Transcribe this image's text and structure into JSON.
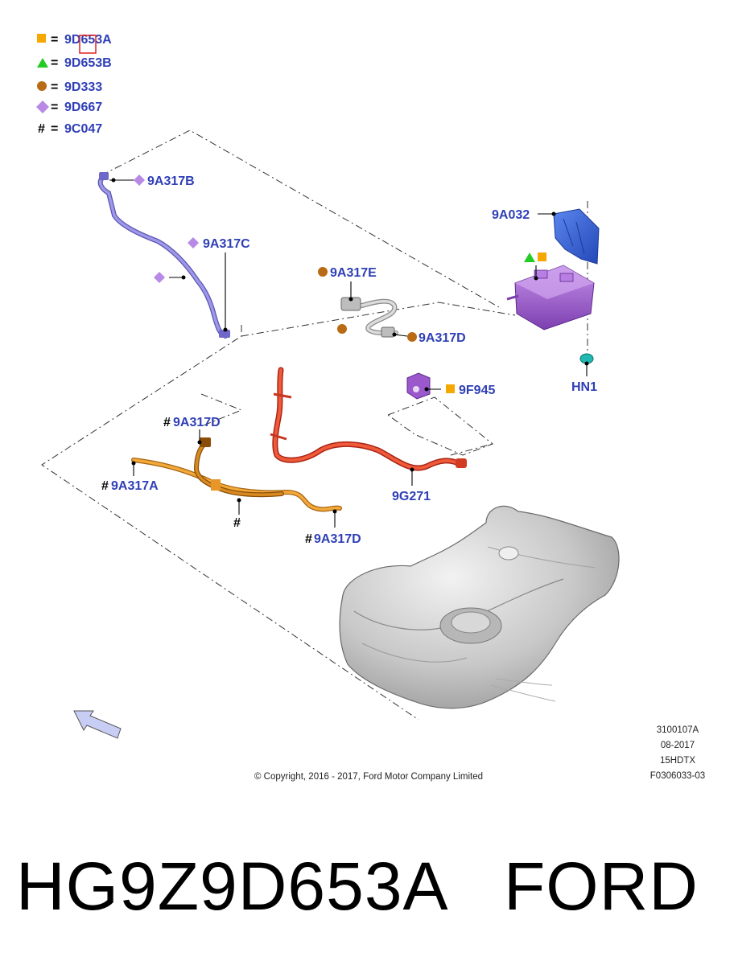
{
  "legend": [
    {
      "symbol": "square",
      "color": "#f5a800",
      "eq": "=",
      "code": "9D653A"
    },
    {
      "symbol": "triangle",
      "color": "#22cc22",
      "eq": "=",
      "code": "9D653B"
    },
    {
      "symbol": "circle",
      "color": "#b86a14",
      "eq": "=",
      "code": "9D333"
    },
    {
      "symbol": "diamond",
      "color": "#b88ae6",
      "eq": "=",
      "code": "9D667"
    },
    {
      "symbol": "hash",
      "text": "#",
      "eq": "=",
      "code": "9C047"
    }
  ],
  "callouts": {
    "a317b": "9A317B",
    "a317c": "9A317C",
    "a317e": "9A317E",
    "a317d_top": "9A317D",
    "a032": "9A032",
    "hn1": "HN1",
    "f945": "9F945",
    "a317d_left": "9A317D",
    "a317a": "9A317A",
    "g271": "9G271",
    "a317d_bottom": "9A317D",
    "hash_mark": "#"
  },
  "colors": {
    "label_blue": "#2f3fb6",
    "tube_violet": "#8d86de",
    "tube_red": "#e8412a",
    "tube_orange": "#f0a030",
    "canister_purple": "#a964d6",
    "shield_blue": "#3a66d8",
    "tank_grey": "#c9c9c9",
    "clip_teal": "#20b8b0"
  },
  "icons": {
    "direction_arrow": "front-direction-arrow-icon"
  },
  "info_block": {
    "line1": "3100107A",
    "line2": "08-2017",
    "line3": "15HDTX",
    "line4": "F0306033-03"
  },
  "copyright": "© Copyright, 2016 - 2017, Ford Motor Company Limited",
  "caption": {
    "part_number": "HG9Z9D653A",
    "brand": "FORD"
  }
}
